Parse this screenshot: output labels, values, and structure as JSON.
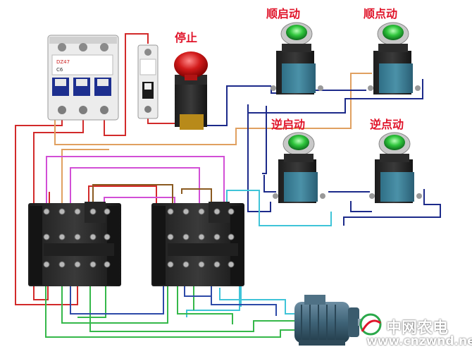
{
  "labels": {
    "stop": "停止",
    "forward_start": "顺启动",
    "forward_jog": "顺点动",
    "reverse_start": "逆启动",
    "reverse_jog": "逆点动"
  },
  "breaker_text": {
    "brand": "DZ47",
    "rating": "C6"
  },
  "watermark": {
    "name": "中网农电",
    "url": "www.cnzwnd.net"
  },
  "colors": {
    "wire_red": "#d22a2a",
    "wire_orange": "#e0a060",
    "wire_green": "#35b84a",
    "wire_purple": "#d24fd6",
    "wire_cyan": "#3fc4d8",
    "wire_navy": "#1c2a8a",
    "wire_brown": "#8a5a20",
    "label_red": "#e0142a"
  }
}
